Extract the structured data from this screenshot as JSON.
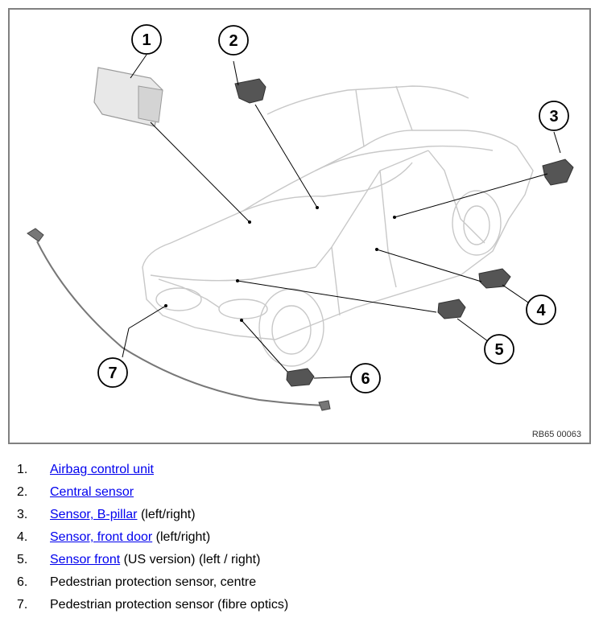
{
  "figure": {
    "reference": "RB65 00063",
    "callouts": [
      "1",
      "2",
      "3",
      "4",
      "5",
      "6",
      "7"
    ]
  },
  "legend": [
    {
      "number": "1.",
      "link": "Airbag control unit",
      "text": ""
    },
    {
      "number": "2.",
      "link": "Central sensor",
      "text": ""
    },
    {
      "number": "3.",
      "link": "Sensor, B-pillar",
      "text": " (left/right)"
    },
    {
      "number": "4.",
      "link": "Sensor, front door",
      "text": " (left/right)"
    },
    {
      "number": "5.",
      "link": "Sensor front",
      "text": " (US version) (left / right)"
    },
    {
      "number": "6.",
      "link": "",
      "text": "Pedestrian protection sensor, centre"
    },
    {
      "number": "7.",
      "link": "",
      "text": "Pedestrian protection sensor (fibre optics)"
    }
  ]
}
